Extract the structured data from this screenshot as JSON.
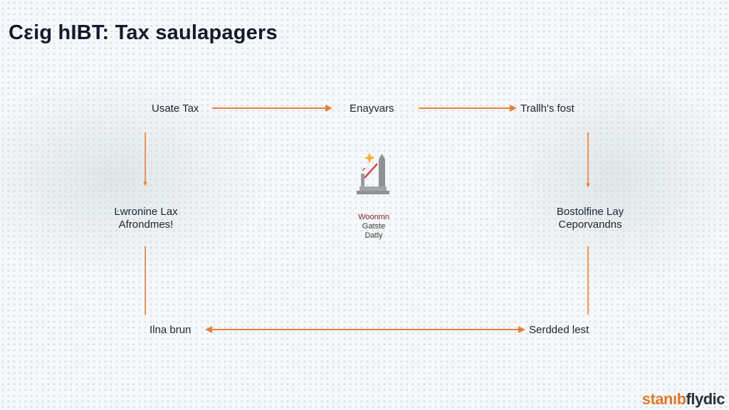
{
  "title": "Cεig hIBT: Tax saulapagers",
  "nodes": {
    "top_left": "Usate Tax",
    "top_middle": "Enayvars",
    "top_right": "Trallh's fost",
    "middle_left_line1": "Ŀwronine Lax",
    "middle_left_line2": "Afrondmes!",
    "middle_right_line1": "Bostolfine Lay",
    "middle_right_line2": "Ceporvandns",
    "bottom_left": "Ilna brun",
    "bottom_right": "Serdded lest"
  },
  "center": {
    "icon": "monument-tower-icon",
    "line1": "Woonmn",
    "line2": "Gatste",
    "line3": "Datly"
  },
  "watermark": {
    "part1": "stanıb",
    "part2": "flydic"
  },
  "colors": {
    "arrow": "#e8803a",
    "icon": "#8f8f96",
    "spark": "#f3b13a",
    "accent_line": "#d24a4a"
  }
}
